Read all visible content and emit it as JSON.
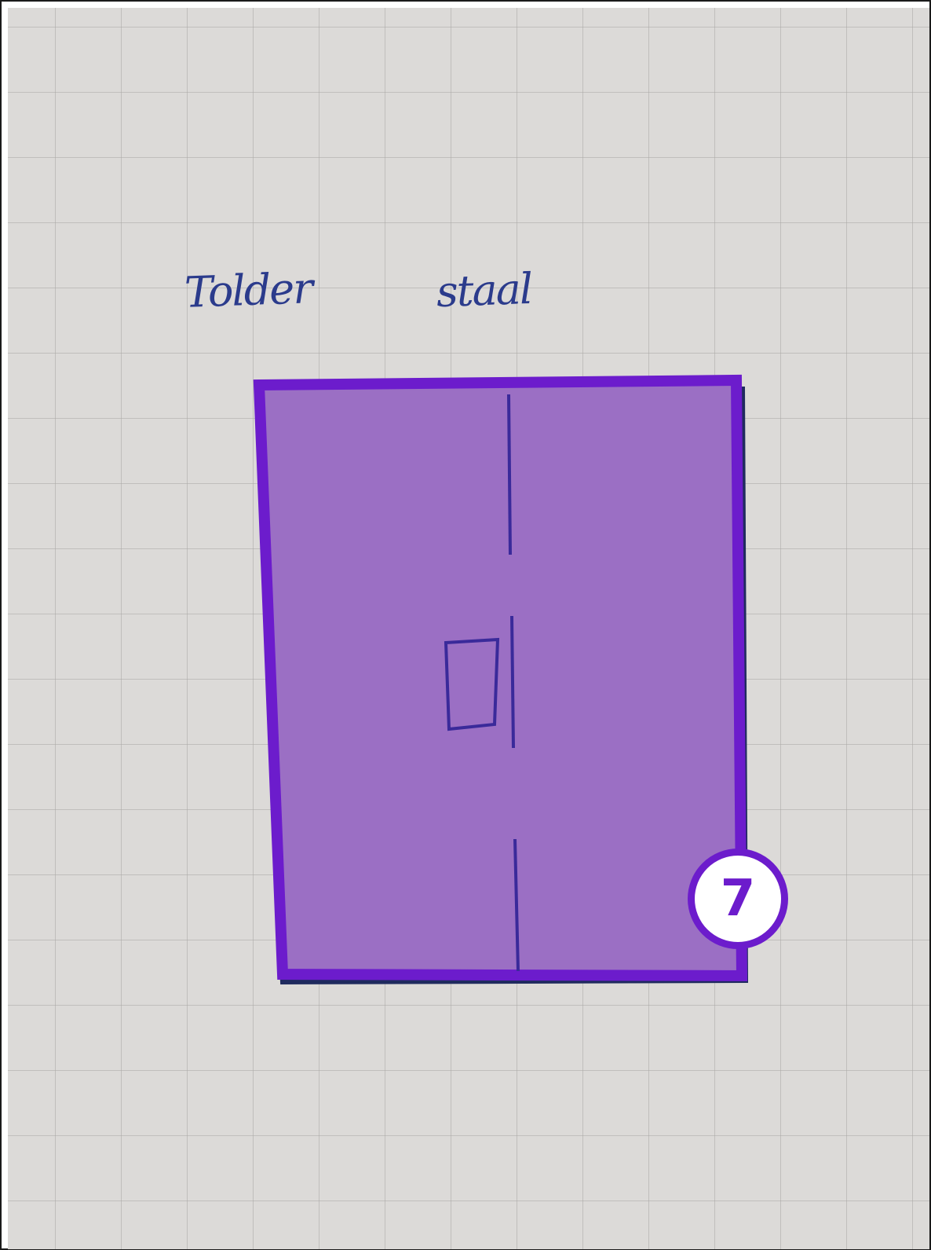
{
  "sketch": {
    "handwriting_left": "Tolder",
    "handwriting_right": "staal"
  },
  "highlight": {
    "badge_label": "7",
    "fill_color": "#9b6fc4",
    "border_color": "#6c1ccc"
  },
  "colors": {
    "paper": "#dcdad8",
    "ink": "#2b3b8c"
  }
}
